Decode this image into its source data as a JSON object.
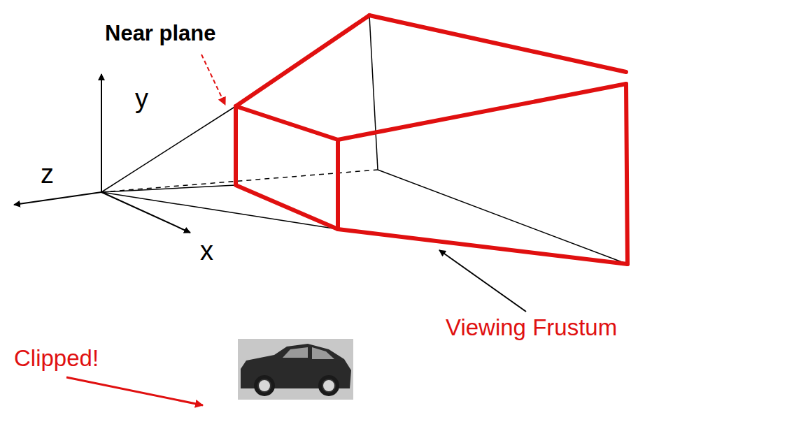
{
  "diagram": {
    "labels": [
      "Near plane",
      "y",
      "z",
      "x",
      "Viewing Frustum",
      "Clipped!"
    ]
  }
}
